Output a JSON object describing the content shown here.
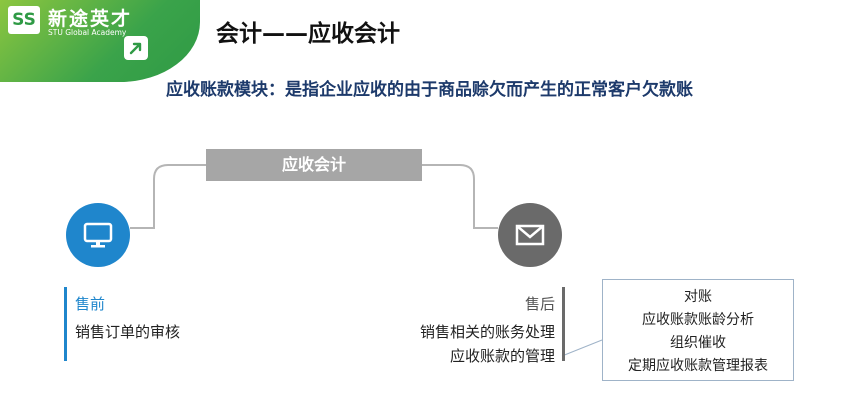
{
  "logo": {
    "cn_text": "新途英才",
    "en_text": "STU Global Academy",
    "mark_text": "SS"
  },
  "title": "会计——应收会计",
  "subtitle": "应收账款模块：是指企业应收的由于商品赊欠而产生的正常客户欠款账",
  "center_label": "应收会计",
  "left": {
    "icon": "monitor-icon",
    "heading": "售前",
    "items": [
      "销售订单的审核"
    ]
  },
  "right": {
    "icon": "envelope-icon",
    "heading": "售后",
    "items": [
      "销售相关的账务处理",
      "应收账款的管理"
    ]
  },
  "details": [
    "对账",
    "应收账款账龄分析",
    "组织催收",
    "定期应收账款管理报表"
  ],
  "colors": {
    "brand_green": "#3aa34a",
    "accent_blue": "#1f86cc",
    "title_navy": "#1d3a6b",
    "gray": "#a6a6a6"
  }
}
